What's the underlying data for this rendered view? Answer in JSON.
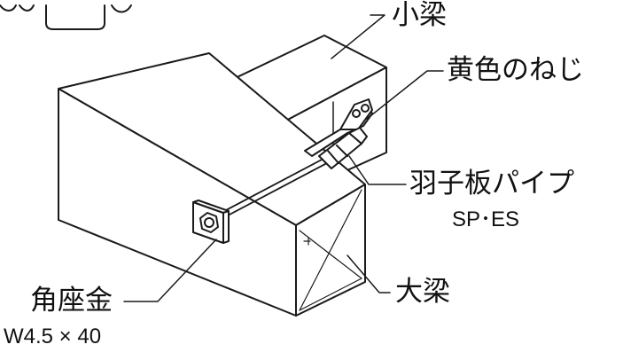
{
  "labels": {
    "small_beam": "小梁",
    "yellow_screw": "黄色のねじ",
    "pipe": "羽子板パイプ",
    "pipe_model": "SP･ES",
    "main_beam": "大梁",
    "square_washer": "角座金",
    "washer_spec": "W4.5 × 40"
  }
}
